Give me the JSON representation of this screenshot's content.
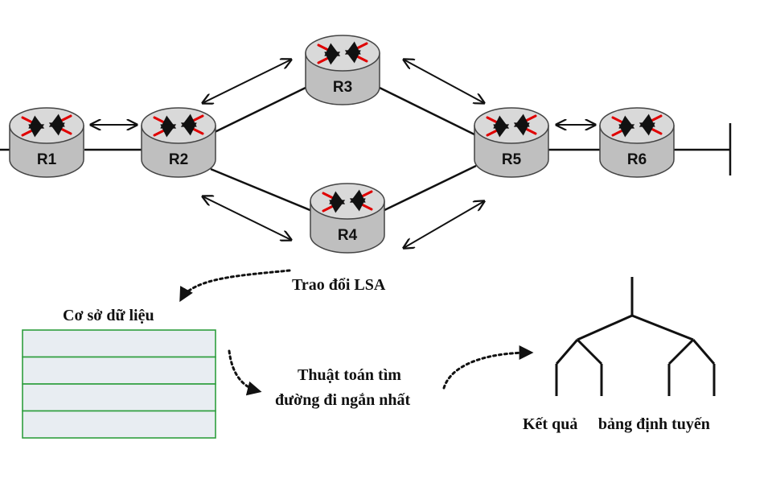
{
  "routers": [
    {
      "id": "r1",
      "label": "R1"
    },
    {
      "id": "r2",
      "label": "R2"
    },
    {
      "id": "r3",
      "label": "R3"
    },
    {
      "id": "r4",
      "label": "R4"
    },
    {
      "id": "r5",
      "label": "R5"
    },
    {
      "id": "r6",
      "label": "R6"
    }
  ],
  "captions": {
    "lsa_exchange": "Trao đổi LSA",
    "database": "Cơ sở dữ liệu",
    "algorithm_line1": "Thuật toán tìm",
    "algorithm_line2": "đường đi ngắn nhất",
    "result": "Kết quả 󰀀  bảng định tuyến"
  },
  "database_rows": 4,
  "colors": {
    "router_top": "#d9d9d9",
    "router_side": "#bfbfbf",
    "arrow_red": "#e00000",
    "db_border": "#2e9e3e",
    "db_fill": "#e8edf2"
  }
}
